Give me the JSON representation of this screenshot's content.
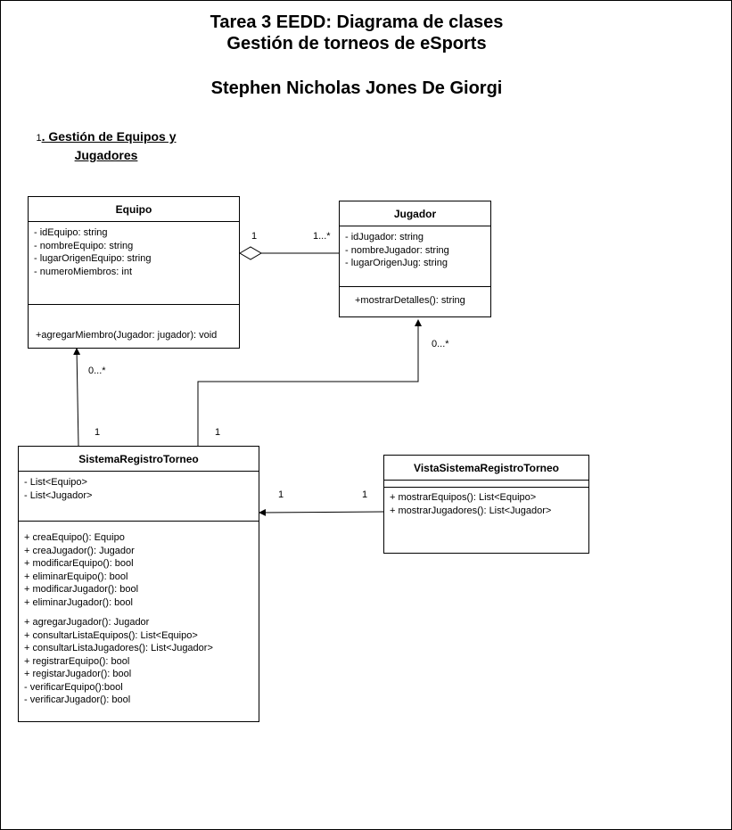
{
  "header": {
    "title_line1": "Tarea 3 EEDD: Diagrama de clases",
    "title_line2": "Gestión de torneos de eSports",
    "author": "Stephen Nicholas Jones De Giorgi"
  },
  "section": {
    "number": "1",
    "label": ". Gestión de Equipos y Jugadores"
  },
  "classes": {
    "equipo": {
      "name": "Equipo",
      "attributes": [
        "- idEquipo: string",
        "- nombreEquipo: string",
        "- lugarOrigenEquipo: string",
        "- numeroMiembros: int"
      ],
      "operations": [
        "+agregarMiembro(Jugador: jugador): void"
      ]
    },
    "jugador": {
      "name": "Jugador",
      "attributes": [
        "- idJugador: string",
        "- nombreJugador: string",
        "- lugarOrigenJug: string"
      ],
      "operations": [
        "+mostrarDetalles(): string"
      ]
    },
    "sistema": {
      "name": "SistemaRegistroTorneo",
      "attributes": [
        "- List<Equipo>",
        "- List<Jugador>"
      ],
      "operations_group1": [
        "+ creaEquipo(): Equipo",
        "+ creaJugador(): Jugador",
        "+ modificarEquipo(): bool",
        "+ eliminarEquipo(): bool",
        "+ modificarJugador(): bool",
        "+ eliminarJugador(): bool"
      ],
      "operations_group2": [
        "+ agregarJugador(): Jugador",
        "+ consultarListaEquipos(): List<Equipo>",
        "+ consultarListaJugadores(): List<Jugador>",
        "+ registrarEquipo(): bool",
        "+ registarJugador(): bool",
        "- verificarEquipo():bool",
        "- verificarJugador(): bool"
      ]
    },
    "vista": {
      "name": "VistaSistemaRegistroTorneo",
      "attributes": [],
      "operations": [
        "+ mostrarEquipos(): List<Equipo>",
        "+ mostrarJugadores(): List<Jugador>"
      ]
    }
  },
  "multiplicities": {
    "equipo_jugador_equipo_end": "1",
    "equipo_jugador_jugador_end": "1...*",
    "sistema_equipo_target": "0...*",
    "sistema_equipo_source": "1",
    "sistema_jugador_target": "0...*",
    "sistema_jugador_source": "1",
    "vista_sistema_target": "1",
    "vista_sistema_source": "1"
  }
}
